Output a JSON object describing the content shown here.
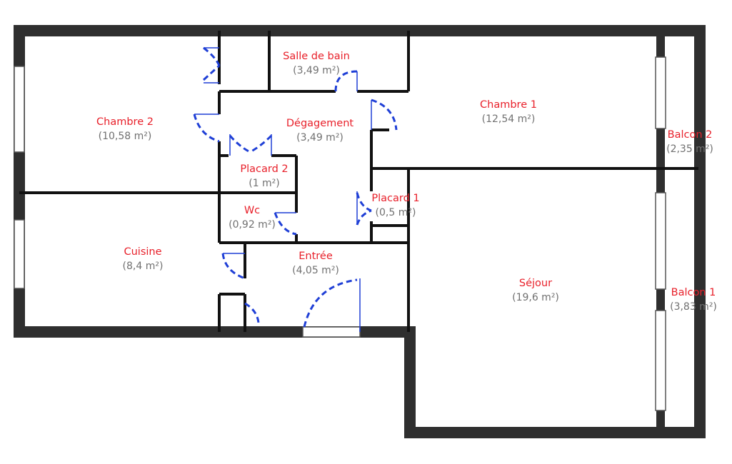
{
  "rooms": [
    {
      "name": "Salle de bain",
      "area": "(3,49 m²)"
    },
    {
      "name": "Chambre 1",
      "area": "(12,54 m²)"
    },
    {
      "name": "Chambre 2",
      "area": "(10,58 m²)"
    },
    {
      "name": "Dégagement",
      "area": "(3,49 m²)"
    },
    {
      "name": "Balcon 2",
      "area": "(2,35 m²)"
    },
    {
      "name": "Placard 2",
      "area": "(1 m²)"
    },
    {
      "name": "Placard 1",
      "area": "(0,5 m²)"
    },
    {
      "name": "Wc",
      "area": "(0,92 m²)"
    },
    {
      "name": "Cuisine",
      "area": "(8,4 m²)"
    },
    {
      "name": "Entrée",
      "area": "(4,05 m²)"
    },
    {
      "name": "Séjour",
      "area": "(19,6 m²)"
    },
    {
      "name": "Balcon 1",
      "area": "(3,83 m²)"
    }
  ],
  "colors": {
    "wall": "#2f2f2f",
    "partition": "#111111",
    "door": "#1f3fd6",
    "room_name": "#e8202a",
    "room_area": "#707070"
  }
}
